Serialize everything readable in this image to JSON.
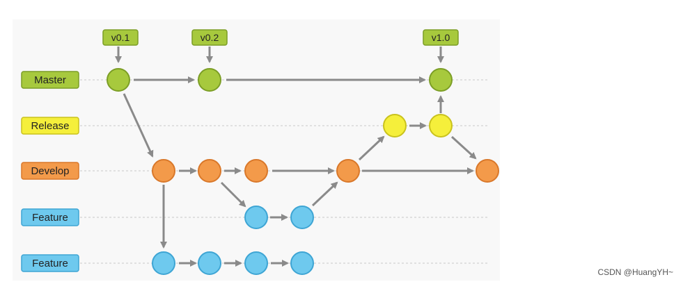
{
  "lanes": [
    {
      "key": "master",
      "label": "Master",
      "fill": "#a7c93d",
      "stroke": "#7c9e26"
    },
    {
      "key": "release",
      "label": "Release",
      "fill": "#f5ef3b",
      "stroke": "#c9c21d"
    },
    {
      "key": "develop",
      "label": "Develop",
      "fill": "#f39a4a",
      "stroke": "#d9782a"
    },
    {
      "key": "feature1",
      "label": "Feature",
      "fill": "#6ec9ee",
      "stroke": "#3ea5d4"
    },
    {
      "key": "feature2",
      "label": "Feature",
      "fill": "#6ec9ee",
      "stroke": "#3ea5d4"
    }
  ],
  "tags": [
    {
      "label": "v0.1",
      "fill": "#a7c93d",
      "stroke": "#7c9e26"
    },
    {
      "label": "v0.2",
      "fill": "#a7c93d",
      "stroke": "#7c9e26"
    },
    {
      "label": "v1.0",
      "fill": "#a7c93d",
      "stroke": "#7c9e26"
    }
  ],
  "colors": {
    "arrow": "#8a8a8a",
    "dotted": "#c8c8c8"
  },
  "watermark": "CSDN @HuangYH~"
}
